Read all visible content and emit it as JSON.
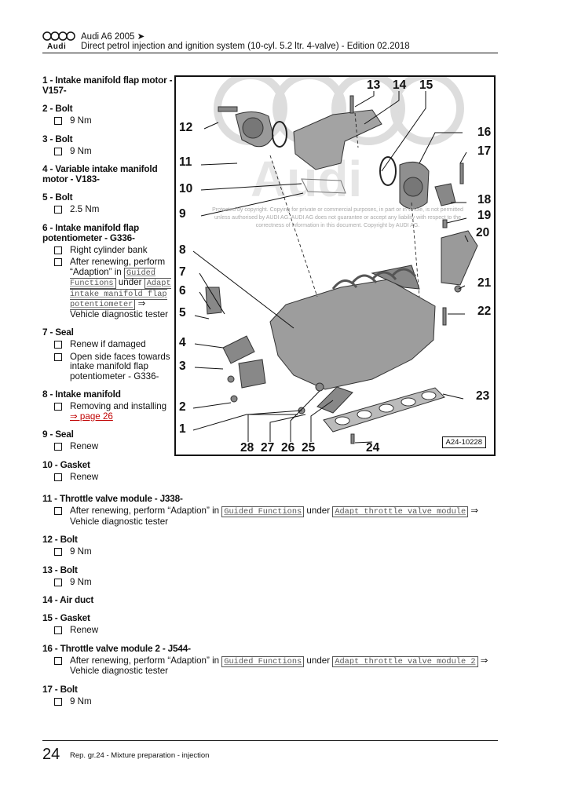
{
  "header": {
    "logo_text": "Audi",
    "model": "Audi A6 2005 ➤",
    "title": "Direct petrol injection and ignition system (10-cyl. 5.2 ltr. 4-valve) - Edition 02.2018"
  },
  "items": [
    {
      "title": "1 - Intake manifold flap motor - V157-",
      "subs": []
    },
    {
      "title": "2 - Bolt",
      "subs": [
        {
          "text": "9 Nm"
        }
      ]
    },
    {
      "title": "3 - Bolt",
      "subs": [
        {
          "text": "9 Nm"
        }
      ]
    },
    {
      "title": "4 - Variable intake manifold motor - V183-",
      "subs": []
    },
    {
      "title": "5 - Bolt",
      "subs": [
        {
          "text": "2.5 Nm"
        }
      ]
    },
    {
      "title": "6 - Intake manifold flap potentiometer - G336-",
      "subs": [
        {
          "text": "Right cylinder bank"
        },
        {
          "pre": "After renewing, perform “Adaption” in ",
          "gf": "Guided Functions",
          "mid": " under ",
          "gf2": "Adapt intake manifold flap potentiometer",
          "post": " ⇒ Vehicle diagnostic tester"
        }
      ]
    },
    {
      "title": "7 - Seal",
      "subs": [
        {
          "text": "Renew if damaged"
        },
        {
          "text": "Open side faces towards intake manifold flap potentiometer - G336-"
        }
      ]
    },
    {
      "title": "8 - Intake manifold",
      "subs": [
        {
          "pre": "Removing and installing ",
          "link": "⇒ page 26"
        }
      ]
    },
    {
      "title": "9 - Seal",
      "subs": [
        {
          "text": "Renew"
        }
      ]
    },
    {
      "title": "10 - Gasket",
      "subs": [
        {
          "text": "Renew"
        }
      ]
    },
    {
      "title": "11 - Throttle valve module - J338-",
      "subs": [
        {
          "pre": "After renewing, perform “Adaption” in ",
          "gf": "Guided Functions",
          "mid": " under ",
          "gf2": "Adapt throttle valve module",
          "post": " ⇒ Vehicle diagnostic tester"
        }
      ]
    },
    {
      "title": "12 - Bolt",
      "subs": [
        {
          "text": "9 Nm"
        }
      ]
    },
    {
      "title": "13 - Bolt",
      "subs": [
        {
          "text": "9 Nm"
        }
      ]
    },
    {
      "title": "14 - Air duct",
      "subs": []
    },
    {
      "title": "15 - Gasket",
      "subs": [
        {
          "text": "Renew"
        }
      ]
    },
    {
      "title": "16 - Throttle valve module 2 - J544-",
      "subs": [
        {
          "pre": "After renewing, perform “Adaption” in ",
          "gf": "Guided Functions",
          "mid": " under ",
          "gf2": "Adapt throttle valve module 2",
          "post": " ⇒ Vehicle diagnostic tester"
        }
      ]
    },
    {
      "title": "17 - Bolt",
      "subs": [
        {
          "text": "9 Nm"
        }
      ]
    }
  ],
  "figure": {
    "ref": "A24-10228",
    "callouts": [
      "13",
      "14",
      "15",
      "12",
      "16",
      "17",
      "11",
      "10",
      "18",
      "9",
      "19",
      "20",
      "8",
      "7",
      "21",
      "6",
      "5",
      "22",
      "4",
      "3",
      "23",
      "2",
      "1",
      "28",
      "27",
      "26",
      "25",
      "24"
    ],
    "watermark": "Audi",
    "copyright": "Protected by copyright. Copying for private or commercial purposes, in part or in whole, is not permitted unless authorised by AUDI AG. AUDI AG does not guarantee or accept any liability with respect to the correctness of information in this document. Copyright by AUDI AG."
  },
  "footer": {
    "page": "24",
    "text": "Rep. gr.24 - Mixture preparation - injection"
  }
}
